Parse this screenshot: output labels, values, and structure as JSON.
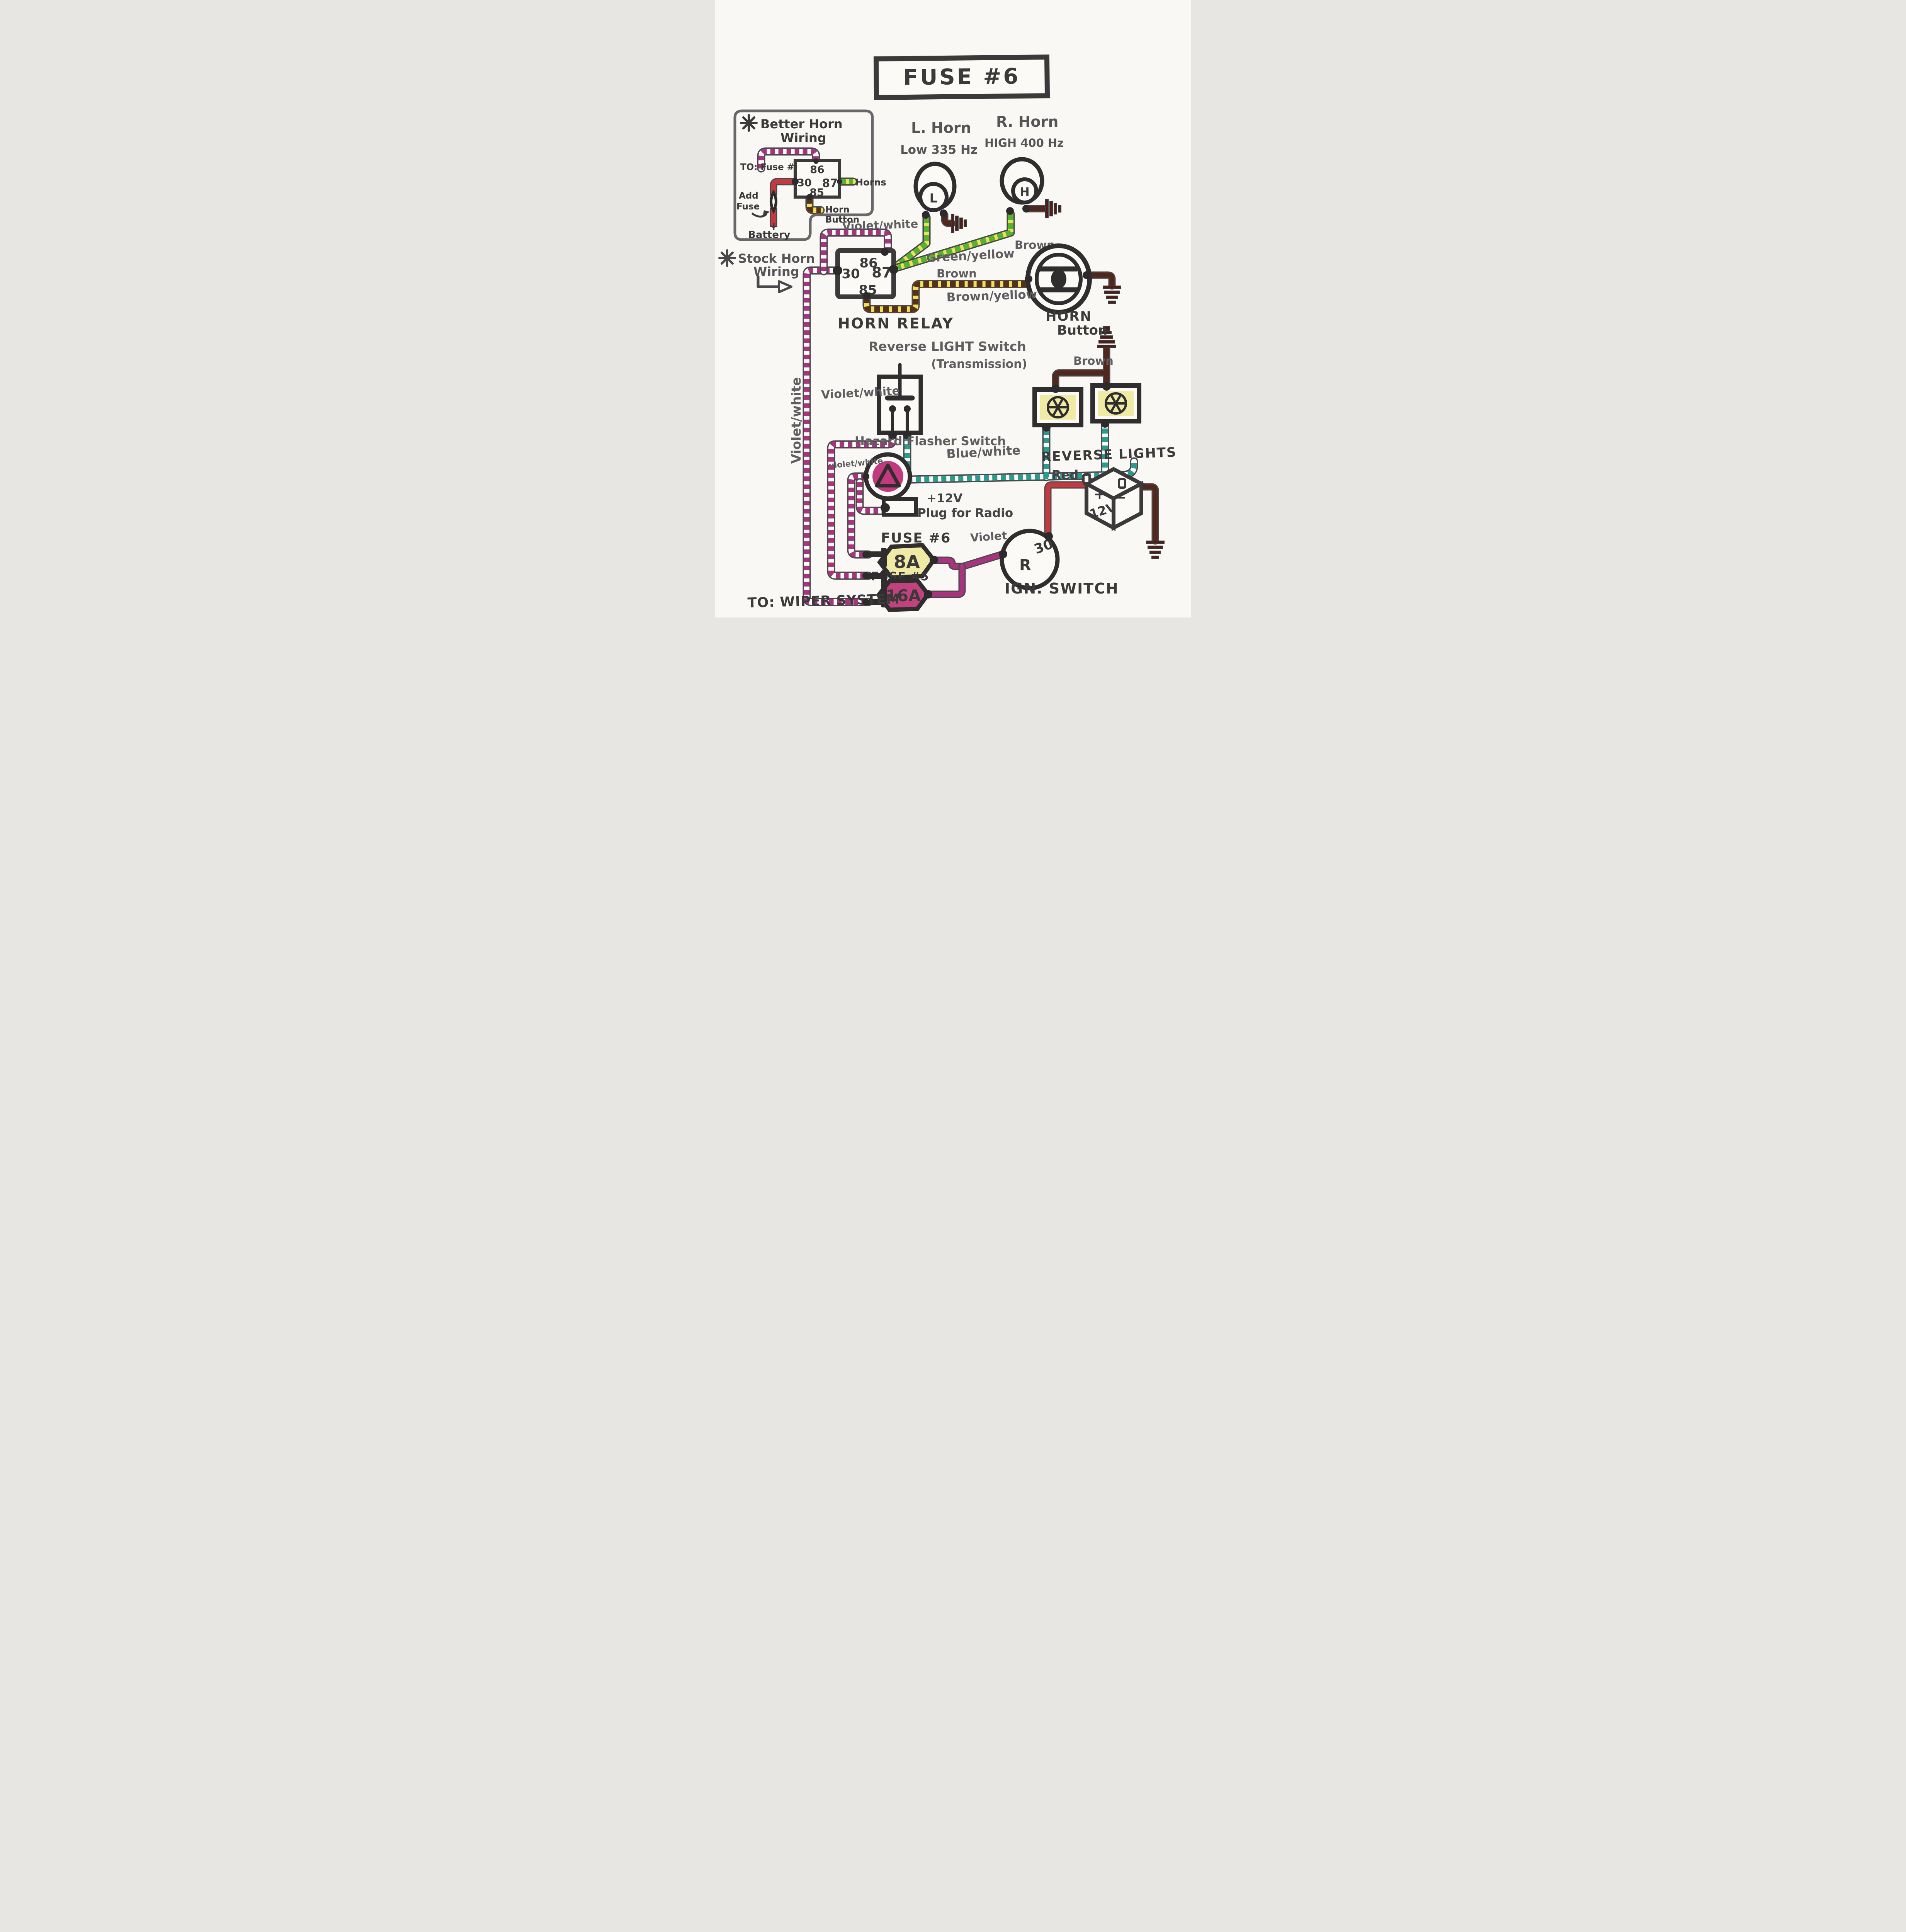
{
  "title": "FUSE #6",
  "inset": {
    "heading_line1": "Better Horn",
    "heading_line2": "Wiring",
    "to_fuse_label": "TO: Fuse #6",
    "relay_terminals": {
      "t86": "86",
      "t30": "30",
      "t87": "87",
      "t85": "85"
    },
    "horns_label": "Horns",
    "add_fuse_line1": "Add",
    "add_fuse_line2": "Fuse",
    "battery_plus": "+",
    "battery_label": "Battery",
    "horn_button_line1": "Horn",
    "horn_button_line2": "Button"
  },
  "stock_note": {
    "line1": "Stock Horn",
    "line2": "Wiring"
  },
  "horns": {
    "left_name": "L. Horn",
    "left_spec": "Low 335 Hz",
    "left_letter": "L",
    "left_wire_label": "Brown",
    "right_name": "R. Horn",
    "right_spec": "HIGH 400 Hz",
    "right_letter": "H",
    "right_wire_label": "Brown"
  },
  "relay": {
    "t86": "86",
    "t30": "30",
    "t87": "87",
    "t85": "85",
    "name": "HORN RELAY"
  },
  "horn_button": {
    "line1": "HORN",
    "line2": "Button"
  },
  "wires": {
    "violet_white_relay": "Violet/white",
    "violet_white_vertical": "Violet/white",
    "violet_white_switch": "Violet/white",
    "violet_white_hazard": "violet/white",
    "green_yellow": "Green/yellow",
    "brown_yellow": "Brown/yellow",
    "blue_white": "Blue/white",
    "brown_reverse": "Brown",
    "red": "Red",
    "violet": "Violet"
  },
  "reverse_switch": {
    "name_line1": "Reverse LIGHT Switch",
    "name_line2": "(Transmission)"
  },
  "reverse_lights": {
    "name": "REVERSE LIGHTS"
  },
  "hazard": {
    "name": "Hazard Flasher Switch"
  },
  "radio": {
    "line1": "+12V",
    "line2": "Plug for Radio"
  },
  "battery": {
    "voltage": "12V",
    "plus": "+",
    "minus": "−"
  },
  "ignition": {
    "t30": "30",
    "tR": "R",
    "name": "IGN. SWITCH"
  },
  "fuse6": {
    "name": "FUSE #6",
    "rating": "8A"
  },
  "fuse5": {
    "name": "FUSE #5",
    "rating": "16A"
  },
  "wiper_note": "TO: WIPER SYSTEM",
  "colors": {
    "ink": "#3b393a",
    "pencil": "#605d61",
    "violet": "#a8337f",
    "green": "#57b133",
    "stripe_yellow": "#e9e35a",
    "brown": "#53281c",
    "teal": "#2b9b8d",
    "red": "#c13a3f",
    "fuse_yellow": "#f0eba4",
    "fuse_magenta": "#c2417f",
    "paper": "#f9f8f4"
  }
}
